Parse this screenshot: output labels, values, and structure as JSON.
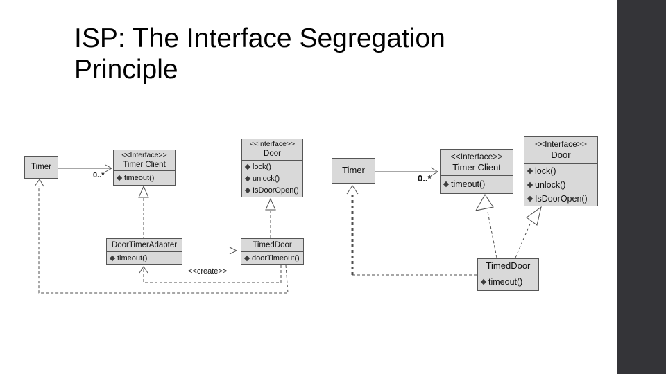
{
  "slide": {
    "title": {
      "line1": "ISP: The Interface Segregation",
      "line2": "Principle"
    }
  },
  "colors": {
    "background": "#ffffff",
    "accent_bar": "#343438",
    "box_fill": "#d9d9d9",
    "box_border": "#565656",
    "line": "#4f4f4f",
    "text": "#111111"
  },
  "icons": {
    "method_marker": "◆"
  },
  "left_diagram": {
    "timer": {
      "name": "Timer"
    },
    "timer_client": {
      "stereotype": "<<Interface>>",
      "name": "Timer Client",
      "methods": [
        "timeout()"
      ]
    },
    "door": {
      "stereotype": "<<Interface>>",
      "name": "Door",
      "methods": [
        "lock()",
        "unlock()",
        "IsDoorOpen()"
      ]
    },
    "door_timer_adapter": {
      "name": "DoorTimerAdapter",
      "methods": [
        "timeout()"
      ]
    },
    "timed_door": {
      "name": "TimedDoor",
      "methods": [
        "doorTimeout()"
      ]
    },
    "association_multiplicity": "0..*",
    "create_label": "<<create>>"
  },
  "right_diagram": {
    "timer": {
      "name": "Timer"
    },
    "timer_client": {
      "stereotype": "<<Interface>>",
      "name": "Timer Client",
      "methods": [
        "timeout()"
      ]
    },
    "door": {
      "stereotype": "<<Interface>>",
      "name": "Door",
      "methods": [
        "lock()",
        "unlock()",
        "IsDoorOpen()"
      ]
    },
    "timed_door": {
      "name": "TimedDoor",
      "methods": [
        "timeout()"
      ]
    },
    "association_multiplicity": "0..*"
  }
}
